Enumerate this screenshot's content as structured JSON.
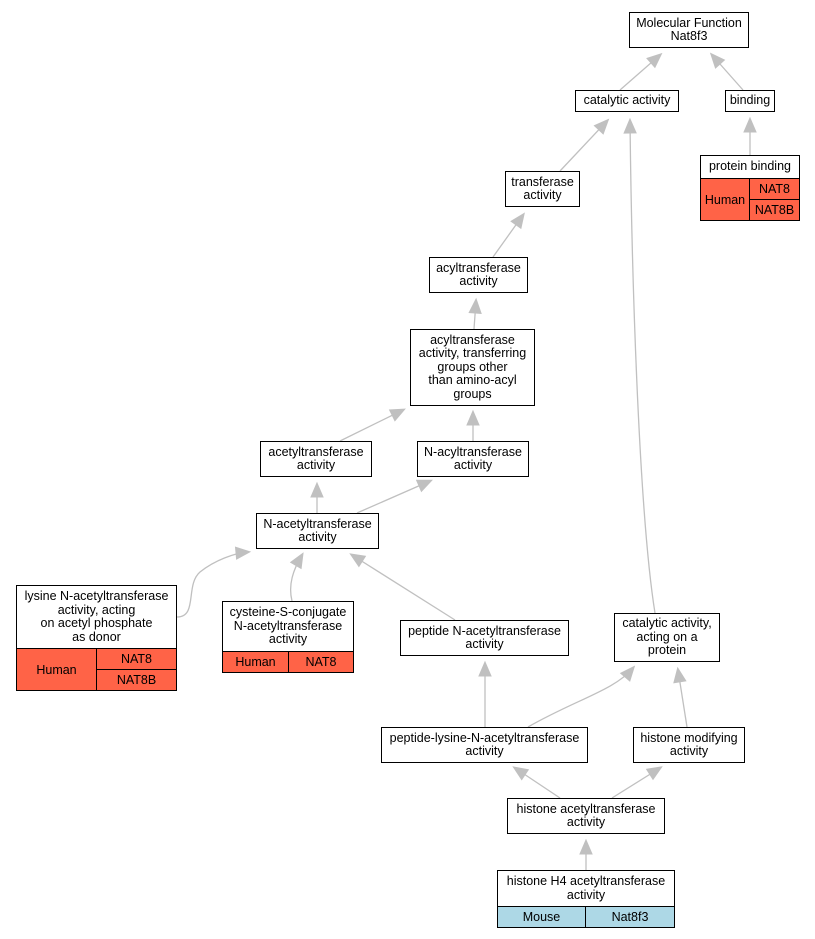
{
  "colors": {
    "human": "#ff6347",
    "mouse": "#add8e6",
    "edge": "#c0c0c0"
  },
  "nodes": {
    "molecular_function": "Molecular Function\nNat8f3",
    "catalytic_activity": "catalytic activity",
    "binding": "binding",
    "protein_binding": "protein binding",
    "transferase_activity": "transferase\nactivity",
    "acyltransferase_activity": "acyltransferase\nactivity",
    "acyltransferase_other": "acyltransferase\nactivity, transferring\ngroups other\nthan amino-acyl\ngroups",
    "acetyltransferase_activity": "acetyltransferase\nactivity",
    "n_acyltransferase_activity": "N-acyltransferase\nactivity",
    "n_acetyltransferase_activity": "N-acetyltransferase\nactivity",
    "lysine_n_acetyltransferase": "lysine N-acetyltransferase\nactivity, acting\non acetyl phosphate\nas donor",
    "cysteine_s_conjugate": "cysteine-S-conjugate\nN-acetyltransferase\nactivity",
    "peptide_n_acetyltransferase": "peptide N-acetyltransferase\nactivity",
    "catalytic_acting_on_protein": "catalytic activity,\nacting on a\nprotein",
    "peptide_lysine_n_acetyltransferase": "peptide-lysine-N-acetyltransferase\nactivity",
    "histone_modifying_activity": "histone modifying\nactivity",
    "histone_acetyltransferase_activity": "histone acetyltransferase\nactivity",
    "histone_h4_acetyltransferase": "histone H4 acetyltransferase\nactivity"
  },
  "annotations": {
    "protein_binding": {
      "species": "Human",
      "genes": [
        "NAT8",
        "NAT8B"
      ]
    },
    "lysine_n_acetyltransferase": {
      "species": "Human",
      "genes": [
        "NAT8",
        "NAT8B"
      ]
    },
    "cysteine_s_conjugate": {
      "species": "Human",
      "genes": [
        "NAT8"
      ]
    },
    "histone_h4_acetyltransferase": {
      "species": "Mouse",
      "genes": [
        "Nat8f3"
      ]
    }
  },
  "edges": [
    [
      "catalytic_activity",
      "molecular_function"
    ],
    [
      "binding",
      "molecular_function"
    ],
    [
      "protein_binding",
      "binding"
    ],
    [
      "transferase_activity",
      "catalytic_activity"
    ],
    [
      "catalytic_acting_on_protein",
      "catalytic_activity"
    ],
    [
      "acyltransferase_activity",
      "transferase_activity"
    ],
    [
      "acyltransferase_other",
      "acyltransferase_activity"
    ],
    [
      "acetyltransferase_activity",
      "acyltransferase_other"
    ],
    [
      "n_acyltransferase_activity",
      "acyltransferase_other"
    ],
    [
      "n_acetyltransferase_activity",
      "acetyltransferase_activity"
    ],
    [
      "n_acetyltransferase_activity",
      "n_acyltransferase_activity"
    ],
    [
      "lysine_n_acetyltransferase",
      "n_acetyltransferase_activity"
    ],
    [
      "cysteine_s_conjugate",
      "n_acetyltransferase_activity"
    ],
    [
      "peptide_n_acetyltransferase",
      "n_acetyltransferase_activity"
    ],
    [
      "peptide_lysine_n_acetyltransferase",
      "peptide_n_acetyltransferase"
    ],
    [
      "peptide_lysine_n_acetyltransferase",
      "catalytic_acting_on_protein"
    ],
    [
      "histone_modifying_activity",
      "catalytic_acting_on_protein"
    ],
    [
      "histone_acetyltransferase_activity",
      "peptide_lysine_n_acetyltransferase"
    ],
    [
      "histone_acetyltransferase_activity",
      "histone_modifying_activity"
    ],
    [
      "histone_h4_acetyltransferase",
      "histone_acetyltransferase_activity"
    ]
  ]
}
